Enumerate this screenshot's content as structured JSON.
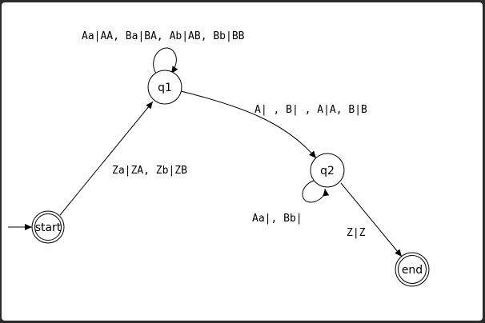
{
  "diagram": {
    "line_color": "#000000",
    "background_color": "#ffffff",
    "states": {
      "start": {
        "label": "start",
        "initial": true,
        "accepting": true
      },
      "q1": {
        "label": "q1",
        "initial": false,
        "accepting": false
      },
      "q2": {
        "label": "q2",
        "initial": false,
        "accepting": false
      },
      "end": {
        "label": "end",
        "initial": false,
        "accepting": true
      }
    },
    "transitions": {
      "start_q1": {
        "from": "start",
        "to": "q1",
        "label": "Za|ZA, Zb|ZB"
      },
      "q1_loop": {
        "from": "q1",
        "to": "q1",
        "label": "Aa|AA, Ba|BA, Ab|AB, Bb|BB"
      },
      "q1_q2": {
        "from": "q1",
        "to": "q2",
        "label": "A| , B| , A|A, B|B"
      },
      "q2_loop": {
        "from": "q2",
        "to": "q2",
        "label": "Aa|, Bb|"
      },
      "q2_end": {
        "from": "q2",
        "to": "end",
        "label": "Z|Z"
      }
    }
  }
}
